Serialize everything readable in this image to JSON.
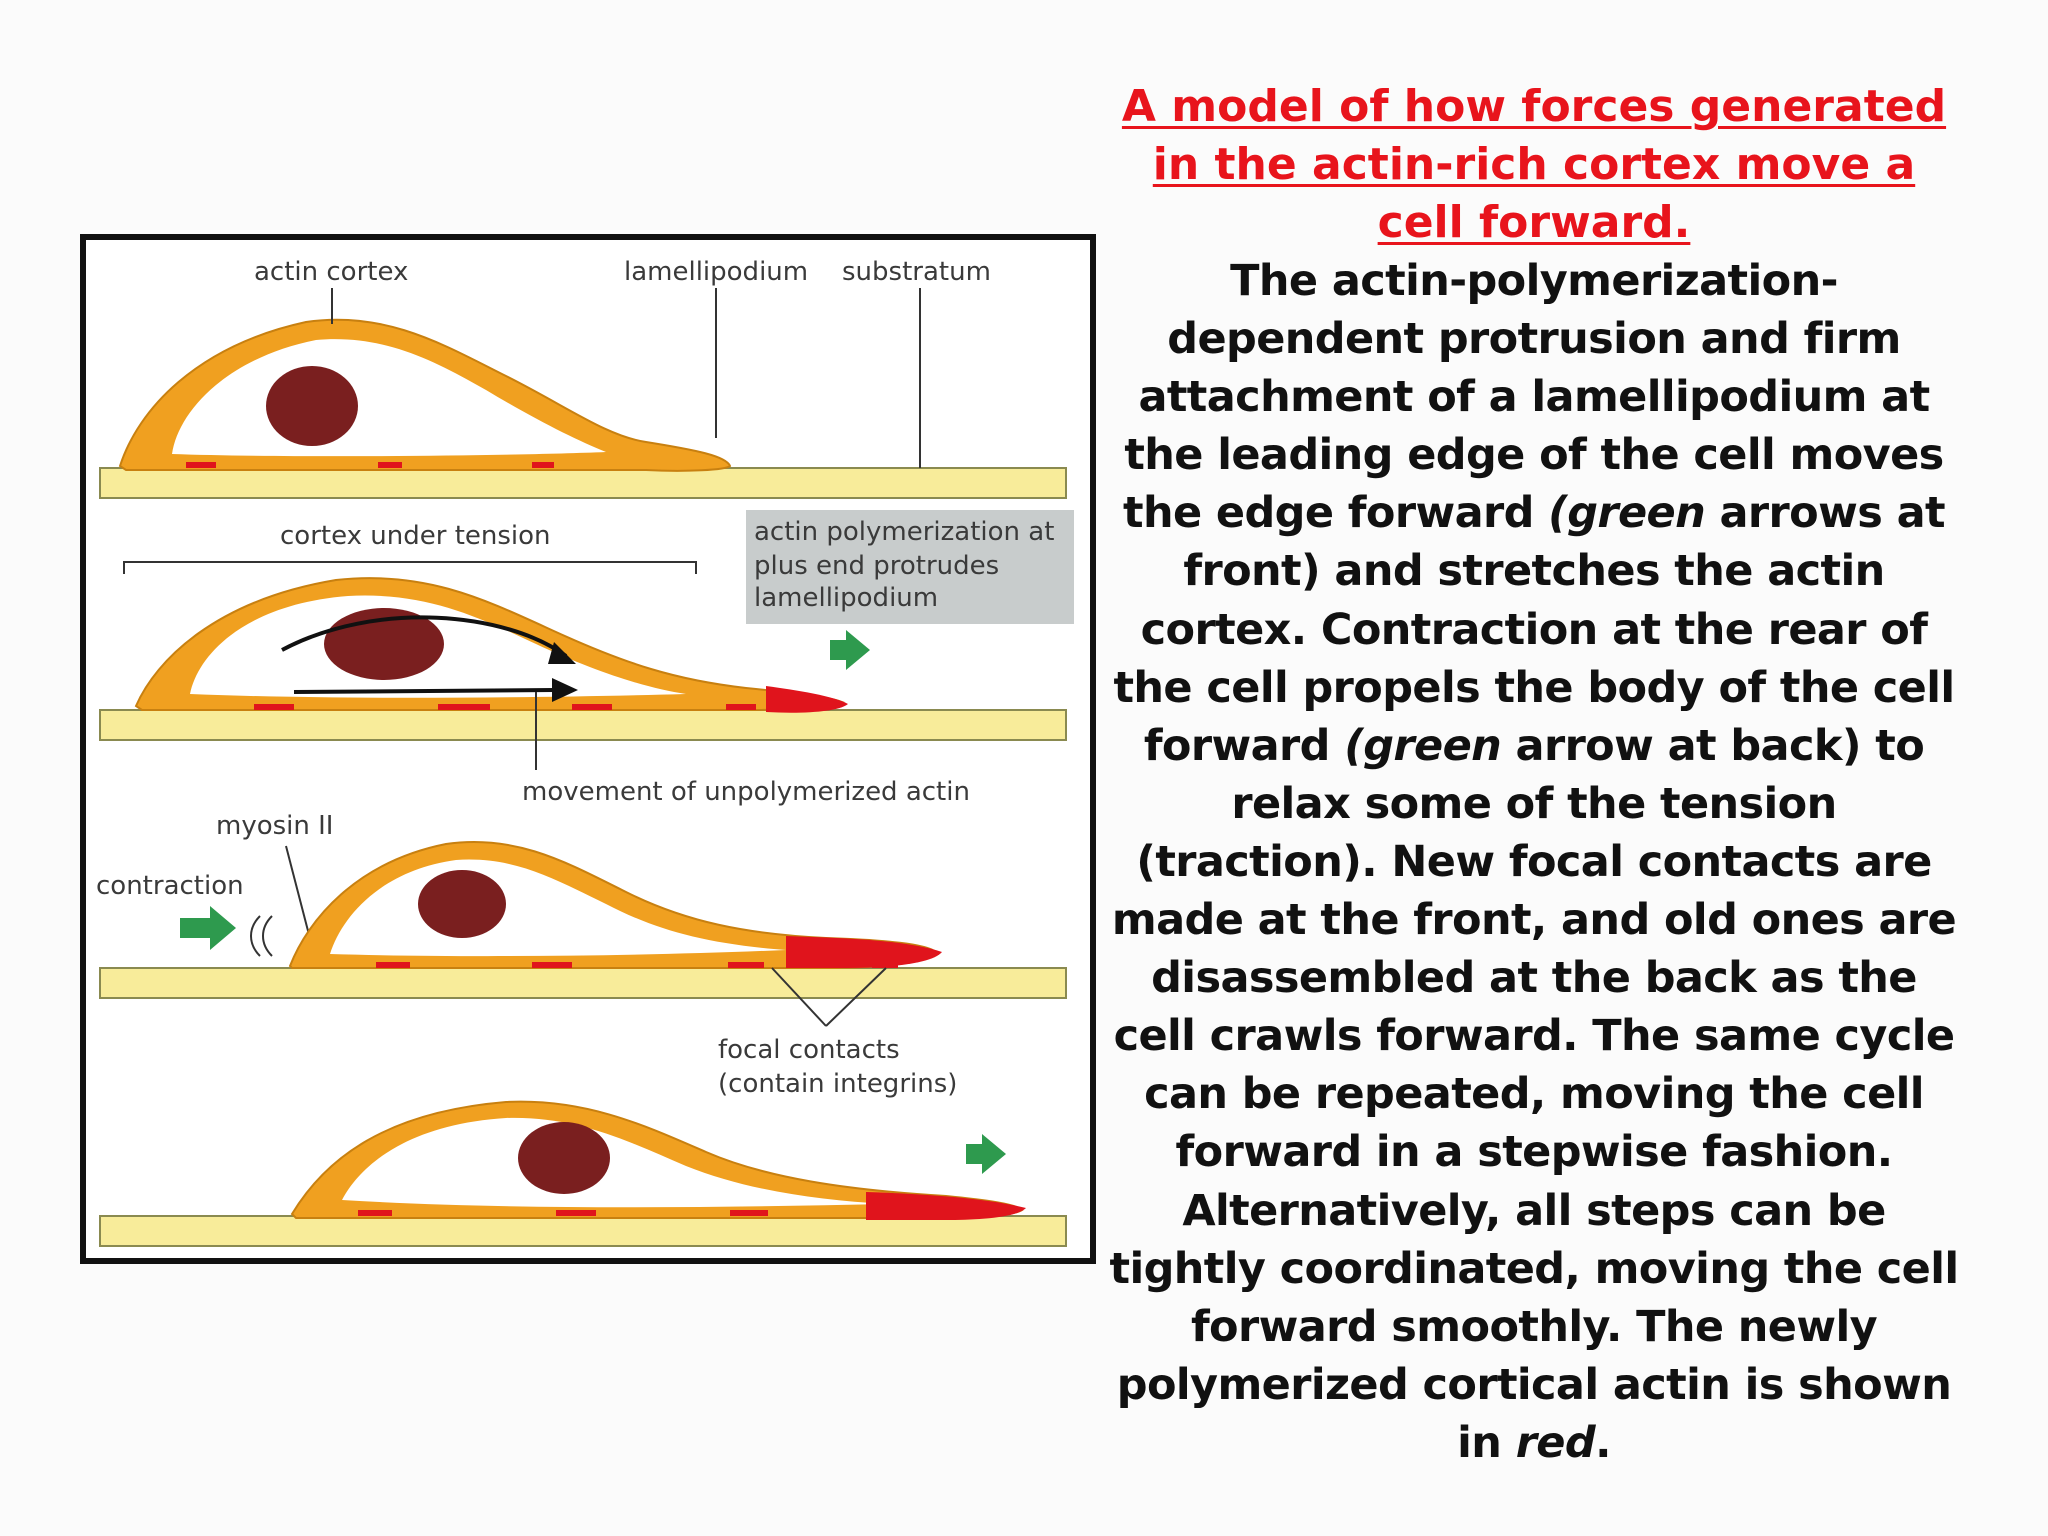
{
  "title": "A model of how forces generated in the actin-rich cortex move a cell forward.",
  "body": {
    "p1": "The actin-polymerization-dependent protrusion and firm attachment of a lamellipodium at the leading edge of the cell moves the edge forward ",
    "green1": "(green",
    "p2": " arrows at front) and stretches the actin cortex. Contraction at the rear of the cell propels the body of the cell forward ",
    "green2": "(green",
    "p3": " arrow at back) to relax some of the tension (traction). New focal contacts are made at the front, and old ones are disassembled at the back as the cell crawls forward. The same cycle can be repeated, moving the cell forward in a stepwise fashion. Alternatively, all steps can be tightly coordinated, moving the cell forward smoothly. The newly polymerized cortical actin is shown in ",
    "red": "red",
    "p4": "."
  },
  "figure": {
    "labels": {
      "actin_cortex": "actin cortex",
      "lamellipodium": "lamellipodium",
      "substratum": "substratum",
      "cortex_under_tension": "cortex under tension",
      "actin_poly_1": "actin polymerization at",
      "actin_poly_2": "plus end protrudes",
      "actin_poly_3": "lamellipodium",
      "movement": "movement of unpolymerized actin",
      "myosin": "myosin II",
      "contraction": "contraction",
      "focal_1": "focal contacts",
      "focal_2": "(contain integrins)"
    },
    "colors": {
      "cortex": "#f0a020",
      "cortex_edge": "#c88010",
      "nucleus": "#7a1f1f",
      "new_actin": "#e0141c",
      "substratum": "#f8ec9a",
      "substratum_edge": "#8a8a50",
      "arrow_green": "#2e9a4e",
      "callout_bg": "#c8cccc"
    }
  }
}
